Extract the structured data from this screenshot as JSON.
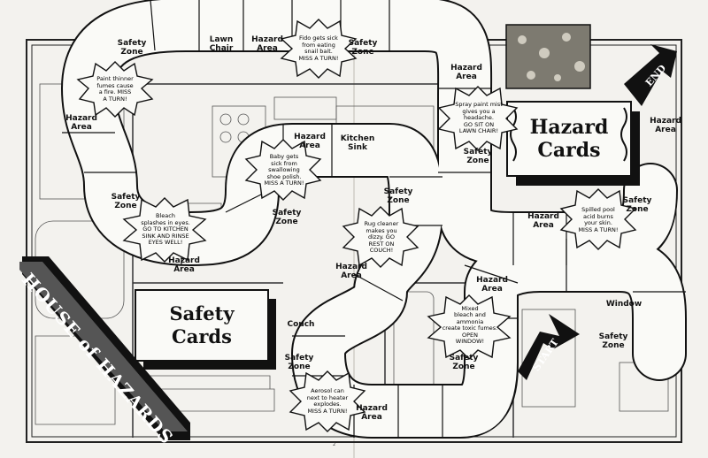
{
  "title": "HOUSE of HAZARDS",
  "decks": {
    "hazard": "Hazard\nCards",
    "safety": "Safety\nCards"
  },
  "markers": {
    "start": "START",
    "end": "END"
  },
  "squares": {
    "safety_zone_top": "Safety\nZone",
    "lawn_chair": "Lawn\nChair",
    "hazard_area_top": "Hazard\nArea",
    "safety_zone_top2": "Safety\nZone",
    "hazard_area_tr": "Hazard\nArea",
    "hazard_area_far_right": "Hazard\nArea",
    "safety_zone_right": "Safety\nZone",
    "safety_zone_right2": "Safety\nZone",
    "hazard_area_right_lower": "Hazard\nArea",
    "hazard_area_left": "Hazard\nArea",
    "safety_zone_left": "Safety\nZone",
    "hazard_area_kitchen": "Hazard\nArea",
    "kitchen_sink": "Kitchen\nSink",
    "safety_zone_mid": "Safety\nZone",
    "safety_zone_center": "Safety\nZone",
    "hazard_area_center": "Hazard\nArea",
    "hazard_area_lower_left": "Hazard\nArea",
    "couch": "Couch",
    "safety_zone_bottom": "Safety\nZone",
    "hazard_area_bottom": "Hazard\nArea",
    "safety_zone_bath": "Safety\nZone",
    "hazard_area_bath": "Hazard\nArea",
    "window": "Window",
    "safety_zone_start": "Safety\nZone"
  },
  "hazards": {
    "paint_thinner": "Paint thinner\nfumes cause\na fire. MISS\nA TURN!",
    "fido": "Fido gets sick\nfrom eating\nsnail bait.\nMISS A TURN!",
    "spray_paint": "Spray paint mist\ngives you a\nheadache.\nGO SIT ON\nLAWN CHAIR!",
    "baby": "Baby gets\nsick from\nswallowing\nshoe polish.\nMISS A TURN!",
    "bleach": "Bleach\nsplashes in eyes.\nGO TO KITCHEN\nSINK AND RINSE\nEYES WELL!",
    "rug_cleaner": "Rug cleaner\nmakes you\ndizzy. GO\nREST ON\nCOUCH!",
    "spilled_pool": "Spilled pool\nacid burns\nyour skin.\nMISS A TURN!",
    "mixed_bleach": "Mixed\nbleach and\nammonia\ncreate toxic fumes.\nOPEN\nWINDOW!",
    "aerosol": "Aerosol can\nnext to heater\nexplodes.\nMISS A TURN!"
  },
  "footer": "2"
}
